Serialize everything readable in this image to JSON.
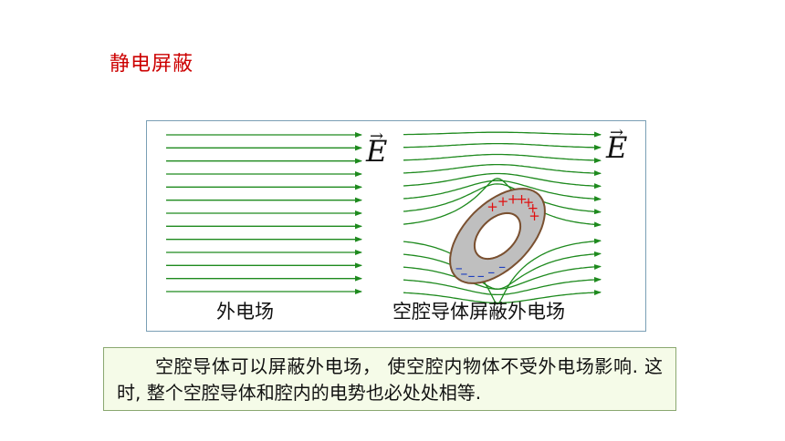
{
  "title": "静电屏蔽",
  "figure": {
    "left_field_symbol": "E",
    "right_field_symbol": "E",
    "vector_arrow": "→",
    "left_caption": "外电场",
    "right_caption": "空腔导体屏蔽外电场",
    "negative_charge_symbol": "–",
    "positive_charge_symbol": "+",
    "negative_charge_count": 6,
    "positive_charge_count": 7,
    "left_field_line_count": 13,
    "colors": {
      "field_line": "#1e8a1e",
      "conductor_fill": "#bfbfbf",
      "conductor_edge": "#7a5030",
      "cavity_fill": "#ffffff",
      "negative_charge": "#1e3fbf",
      "positive_charge": "#e01010",
      "frame_border": "#7a9fb5"
    }
  },
  "description_text": "空腔导体可以屏蔽外电场， 使空腔内物体不受外电场影响. 这时, 整个空腔导体和腔内的电势也必处处相等."
}
